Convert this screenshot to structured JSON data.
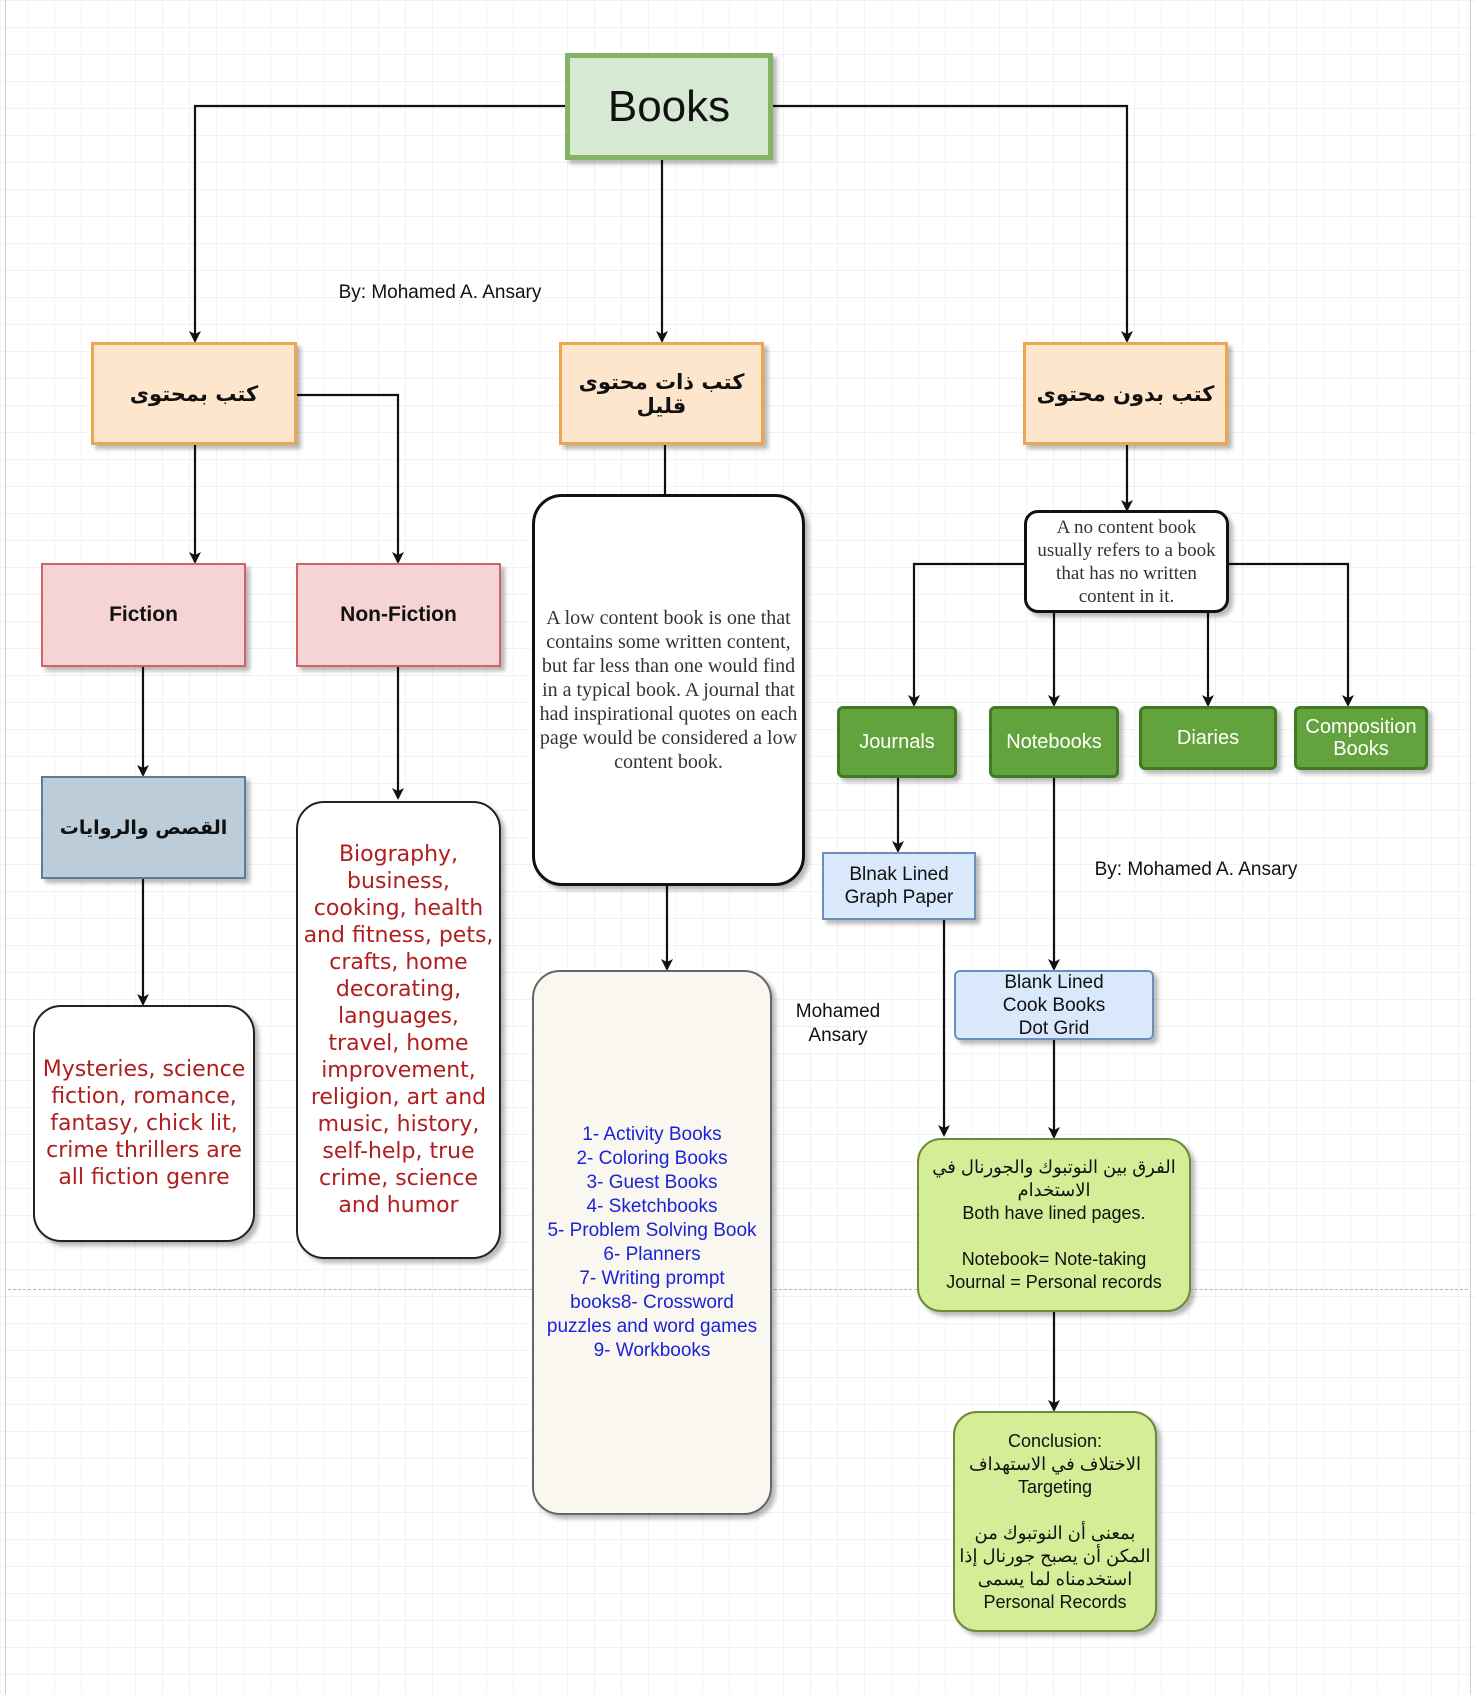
{
  "title": "Books",
  "author_label": "By: Mohamed A. Ansary",
  "author_label_2": "By: Mohamed A. Ansary",
  "author_label_3": "Mohamed\nAnsary",
  "categories": {
    "content": "كتب بمحتوى",
    "low_content": "كتب ذات محتوى قليل",
    "no_content": "كتب بدون محتوى"
  },
  "fiction": {
    "label": "Fiction",
    "arabic": "القصص والروايات",
    "genres": "Mysteries, science fiction, romance, fantasy, chick lit, crime thrillers are all fiction genre"
  },
  "non_fiction": {
    "label": "Non-Fiction",
    "genres": "Biography, business, cooking, health and fitness, pets, crafts, home decorating, languages, travel, home improvement, religion, art and music, history, self-help, true crime, science and humor"
  },
  "low_content": {
    "definition": "A low content book is one that contains some written content, but far less than one would find in a typical book. A journal that had inspirational quotes on each page would be considered a low content book.",
    "list": "1- Activity Books\n2- Coloring Books\n3- Guest Books\n4- Sketchbooks\n5- Problem Solving Book\n6- Planners\n7- Writing prompt\nbooks8-  Crossword\npuzzles and word games\n9- Workbooks"
  },
  "no_content": {
    "definition": "A no content book usually refers to a book that has no written content in it.",
    "types": {
      "journals": "Journals",
      "notebooks": "Notebooks",
      "diaries": "Diaries",
      "composition": "Composition\nBooks"
    },
    "journals_sub": "Blnak Lined\nGraph Paper",
    "notebooks_sub": "Blank Lined\nCook Books\nDot Grid",
    "difference": "الفرق بين النوتبوك والجورنال في الاستخدام\nBoth have lined pages.\n\nNotebook= Note-taking\nJournal = Personal records",
    "conclusion": "Conclusion:\nالاختلاف في الاستهداف\nTargeting\n\nبمعنى أن النوتبوك من المكن أن يصبح جورنال إذا استخدمناه لما يسمى\nPersonal Records"
  },
  "colors": {
    "root_fill": "#d6ead3",
    "root_border": "#82b366",
    "category_fill": "#fde6cc",
    "category_border": "#eaa750",
    "fiction_fill": "#f6d4d4",
    "fiction_border": "#cf6464",
    "type_fill": "#62a33d",
    "subtype_fill": "#d9e8fb",
    "note_fill": "#d4ed96",
    "genre_text": "#b01e1e",
    "list_text": "#1a24d6"
  }
}
